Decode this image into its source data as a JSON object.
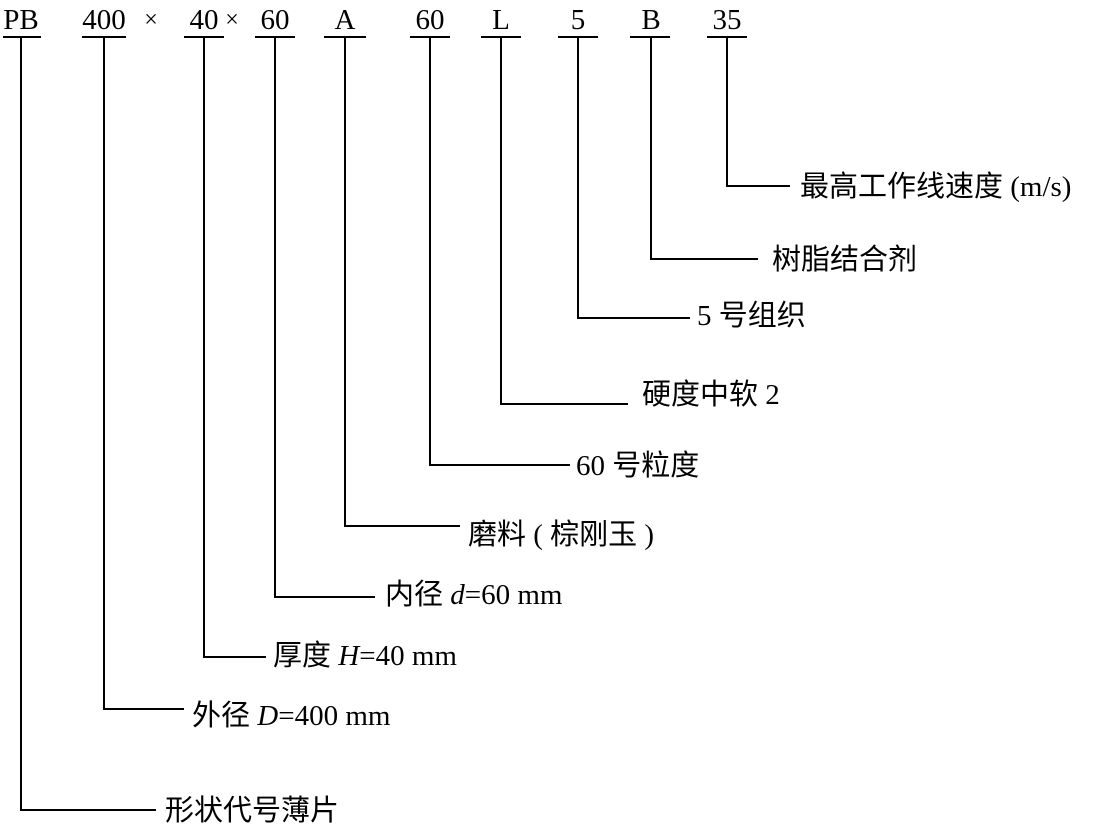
{
  "diagram": {
    "codes": [
      "PB",
      "400",
      "40",
      "60",
      "A",
      "60",
      "L",
      "5",
      "B",
      "35"
    ],
    "separators": [
      "×",
      "×"
    ],
    "labels": [
      {
        "pre": "形状代号薄片",
        "var": "",
        "post": ""
      },
      {
        "pre": "外径 ",
        "var": "D",
        "post": "=400 mm"
      },
      {
        "pre": "厚度 ",
        "var": "H",
        "post": "=40 mm"
      },
      {
        "pre": "内径 ",
        "var": "d",
        "post": "=60 mm"
      },
      {
        "pre": "磨料 ( 棕刚玉 )",
        "var": "",
        "post": ""
      },
      {
        "pre": "60 号粒度",
        "var": "",
        "post": ""
      },
      {
        "pre": "硬度中软 2",
        "var": "",
        "post": ""
      },
      {
        "pre": "5 号组织",
        "var": "",
        "post": ""
      },
      {
        "pre": "树脂结合剂",
        "var": "",
        "post": ""
      },
      {
        "pre": "最高工作线速度 (m/s)",
        "var": "",
        "post": ""
      }
    ],
    "colors": {
      "line": "#000000",
      "text": "#000000",
      "background": "#ffffff"
    }
  }
}
